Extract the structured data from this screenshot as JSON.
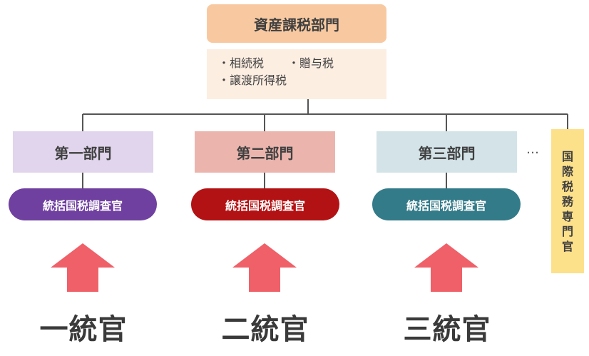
{
  "top_department": {
    "title": "資産課税部門"
  },
  "taxes": {
    "items": [
      "相続税",
      "贈与税",
      "譲渡所得税"
    ],
    "bullet": "・"
  },
  "departments": [
    {
      "name": "第一部門",
      "role": "統括国税調査官",
      "color": "#7040a0",
      "bg": "#e0d5ec",
      "nickname": "一統官"
    },
    {
      "name": "第二部門",
      "role": "統括国税調査官",
      "color": "#b31214",
      "bg": "#ebb5ae",
      "nickname": "二統官"
    },
    {
      "name": "第三部門",
      "role": "統括国税調査官",
      "color": "#347b89",
      "bg": "#d3e3e8",
      "nickname": "三統官"
    }
  ],
  "ellipsis": "…",
  "international": {
    "label": "国際税務専門官",
    "chars": [
      "国",
      "際",
      "税",
      "務",
      "専",
      "門",
      "官"
    ],
    "bg": "#fde08a"
  },
  "colors": {
    "arrow": "#ef6068",
    "top_box": "#f8c9a0",
    "tax_box": "#fdeee2",
    "line": "#555555"
  }
}
